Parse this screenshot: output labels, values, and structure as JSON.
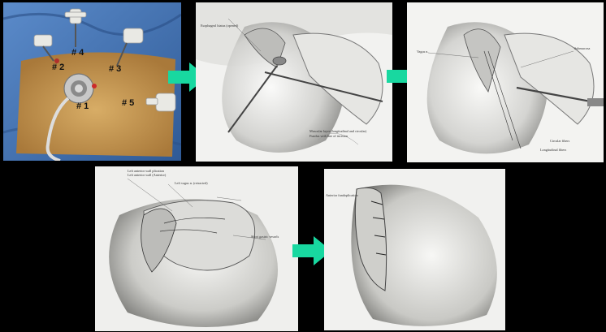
{
  "figure": {
    "photo": {
      "port_labels": [
        "# 4",
        "# 2",
        "# 3",
        "# 1",
        "# 5"
      ]
    },
    "illustration_2": {
      "labels": [
        "Esophageal hiatus (opened)",
        "Muscular layer (longitudinal and circular)",
        "Fundus with line of incision"
      ]
    },
    "illustration_3": {
      "labels": [
        "Vagus n.",
        "Submucosa",
        "Circular fibers",
        "Longitudinal fibers"
      ]
    },
    "illustration_4": {
      "labels": [
        "Left anterior wall plication",
        "Left anterior wall (Anterior)",
        "Left vagus n. (retracted)",
        "Short gastric vessels"
      ]
    },
    "illustration_5": {
      "labels": [
        "Anterior fundoplication"
      ]
    },
    "colors": {
      "background": "#000000",
      "arrow": "#18d8a0",
      "drape": "#4a7ab8",
      "skin": "#c99a52"
    },
    "icons": [
      "right-arrow-icon",
      "right-arrow-icon",
      "right-arrow-icon"
    ]
  }
}
